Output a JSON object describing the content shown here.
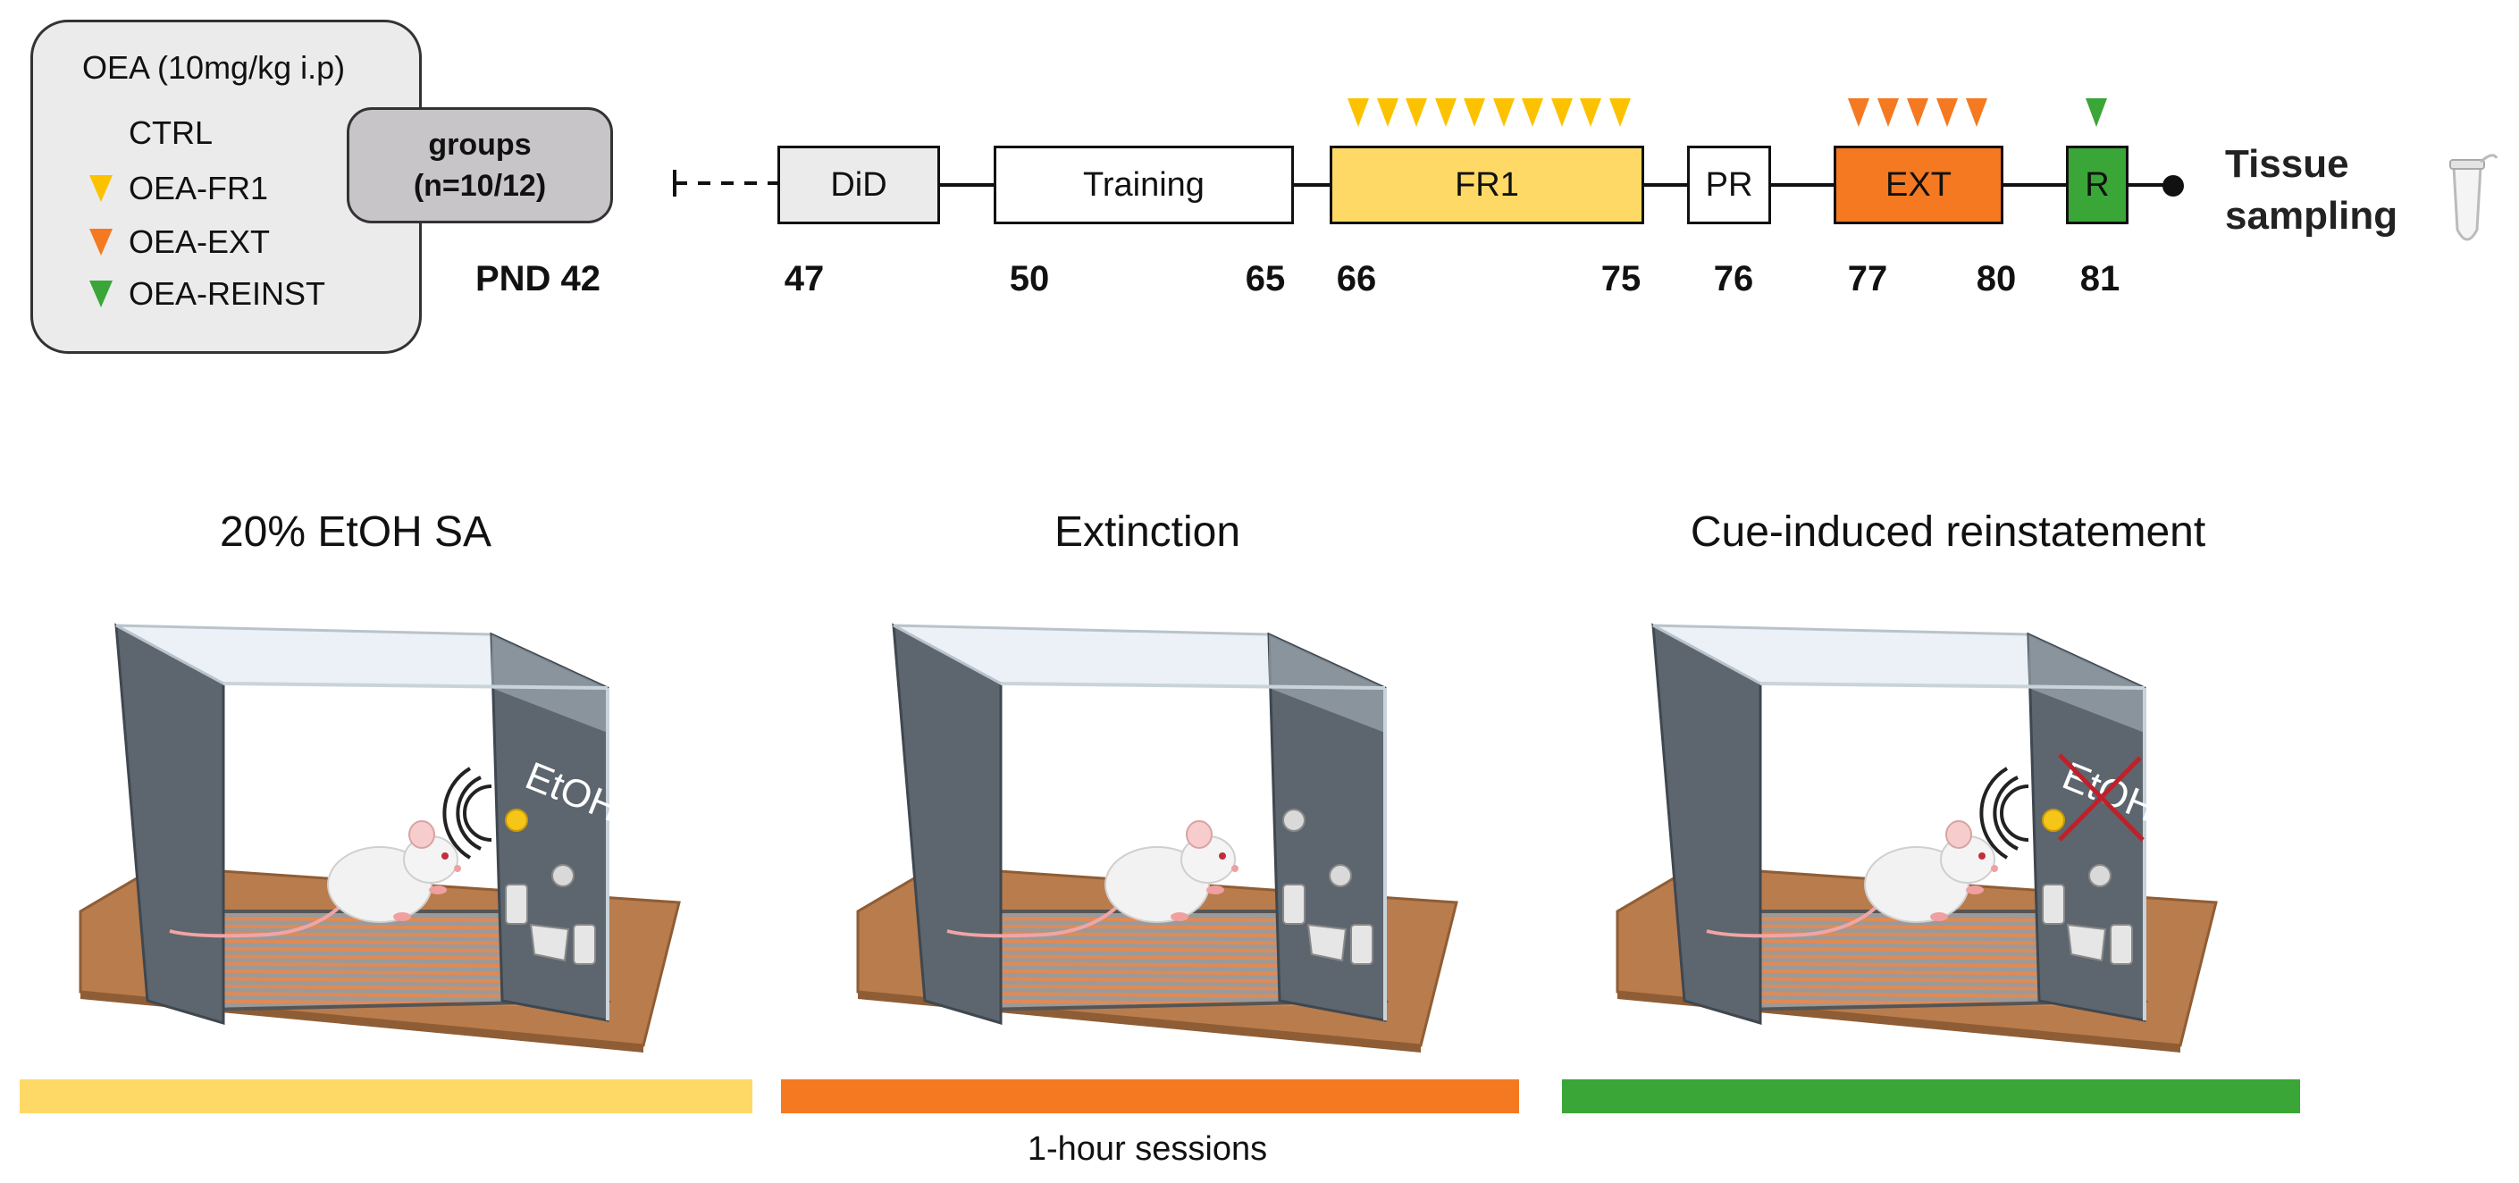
{
  "legend": {
    "title": "OEA (10mg/kg i.p)",
    "items": [
      {
        "label": "CTRL",
        "marker": "none"
      },
      {
        "label": "OEA-FR1",
        "marker": "#fcc200"
      },
      {
        "label": "OEA-EXT",
        "marker": "#f47920"
      },
      {
        "label": "OEA-REINST",
        "marker": "#3aa637"
      }
    ],
    "groups_line1": "groups",
    "groups_line2": "(n=10/12)"
  },
  "timeline": {
    "start_label": "PND 42",
    "stages": [
      {
        "label": "DiD",
        "color": "#ebebeb"
      },
      {
        "label": "Training",
        "color": "#ffffff"
      },
      {
        "label": "FR1",
        "color": "#ffd966"
      },
      {
        "label": "PR",
        "color": "#ffffff"
      },
      {
        "label": "EXT",
        "color": "#f47920"
      },
      {
        "label": "R",
        "color": "#3aa637"
      }
    ],
    "days": [
      "47",
      "50",
      "65",
      "66",
      "75",
      "76",
      "77",
      "80",
      "81"
    ],
    "treatment_markers": {
      "fr1": 10,
      "ext": 5,
      "reinst": 1
    },
    "end_label_line1": "Tissue",
    "end_label_line2": "sampling"
  },
  "sections": [
    {
      "title": "20% EtOH SA",
      "bar_color": "#ffd966",
      "lever_label": "EtOH",
      "cue": true,
      "crossed": false
    },
    {
      "title": "Extinction",
      "bar_color": "#f47920",
      "lever_label": "",
      "cue": false,
      "crossed": false
    },
    {
      "title": "Cue-induced reinstatement",
      "bar_color": "#3aa637",
      "lever_label": "EtOH",
      "cue": true,
      "crossed": true
    }
  ],
  "footer": "1-hour sessions"
}
